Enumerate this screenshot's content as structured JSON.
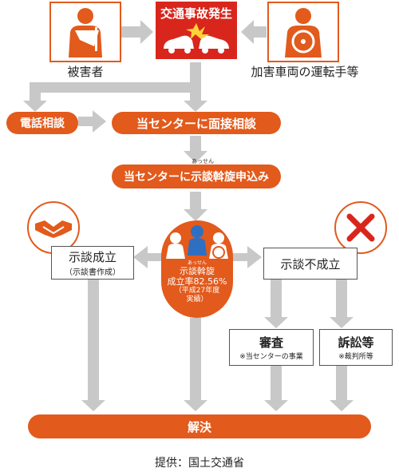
{
  "nodes": {
    "accident": "交通事故発生",
    "victim": "被害者",
    "driver": "加害車両の運転手等",
    "phone_consult": "電話相談",
    "interview": "当センターに面接相談",
    "mediation_apply": "当センターに示談斡旋申込み",
    "mediation_ruby": "あっせん",
    "settled": "示談成立",
    "settled_sub": "（示談書作成）",
    "not_settled": "示談不成立",
    "review": "審査",
    "review_sub": "※当センターの事業",
    "lawsuit": "訴訟等",
    "lawsuit_sub": "※裁判所等",
    "resolution": "解決"
  },
  "rate": {
    "line1": "示談斡旋",
    "ruby": "あっせん",
    "line2": "成立率82.56%",
    "line3": "（平成27年度",
    "line4": "実績）"
  },
  "credit": "提供：国土交通省",
  "colors": {
    "orange": "#e25a1c",
    "red": "#d9261c",
    "arrow": "#c8c8c8"
  },
  "icons": [
    "injured-person-icon",
    "car-crash-icon",
    "driver-icon",
    "handshake-icon",
    "cross-icon",
    "mediation-meeting-icon"
  ]
}
